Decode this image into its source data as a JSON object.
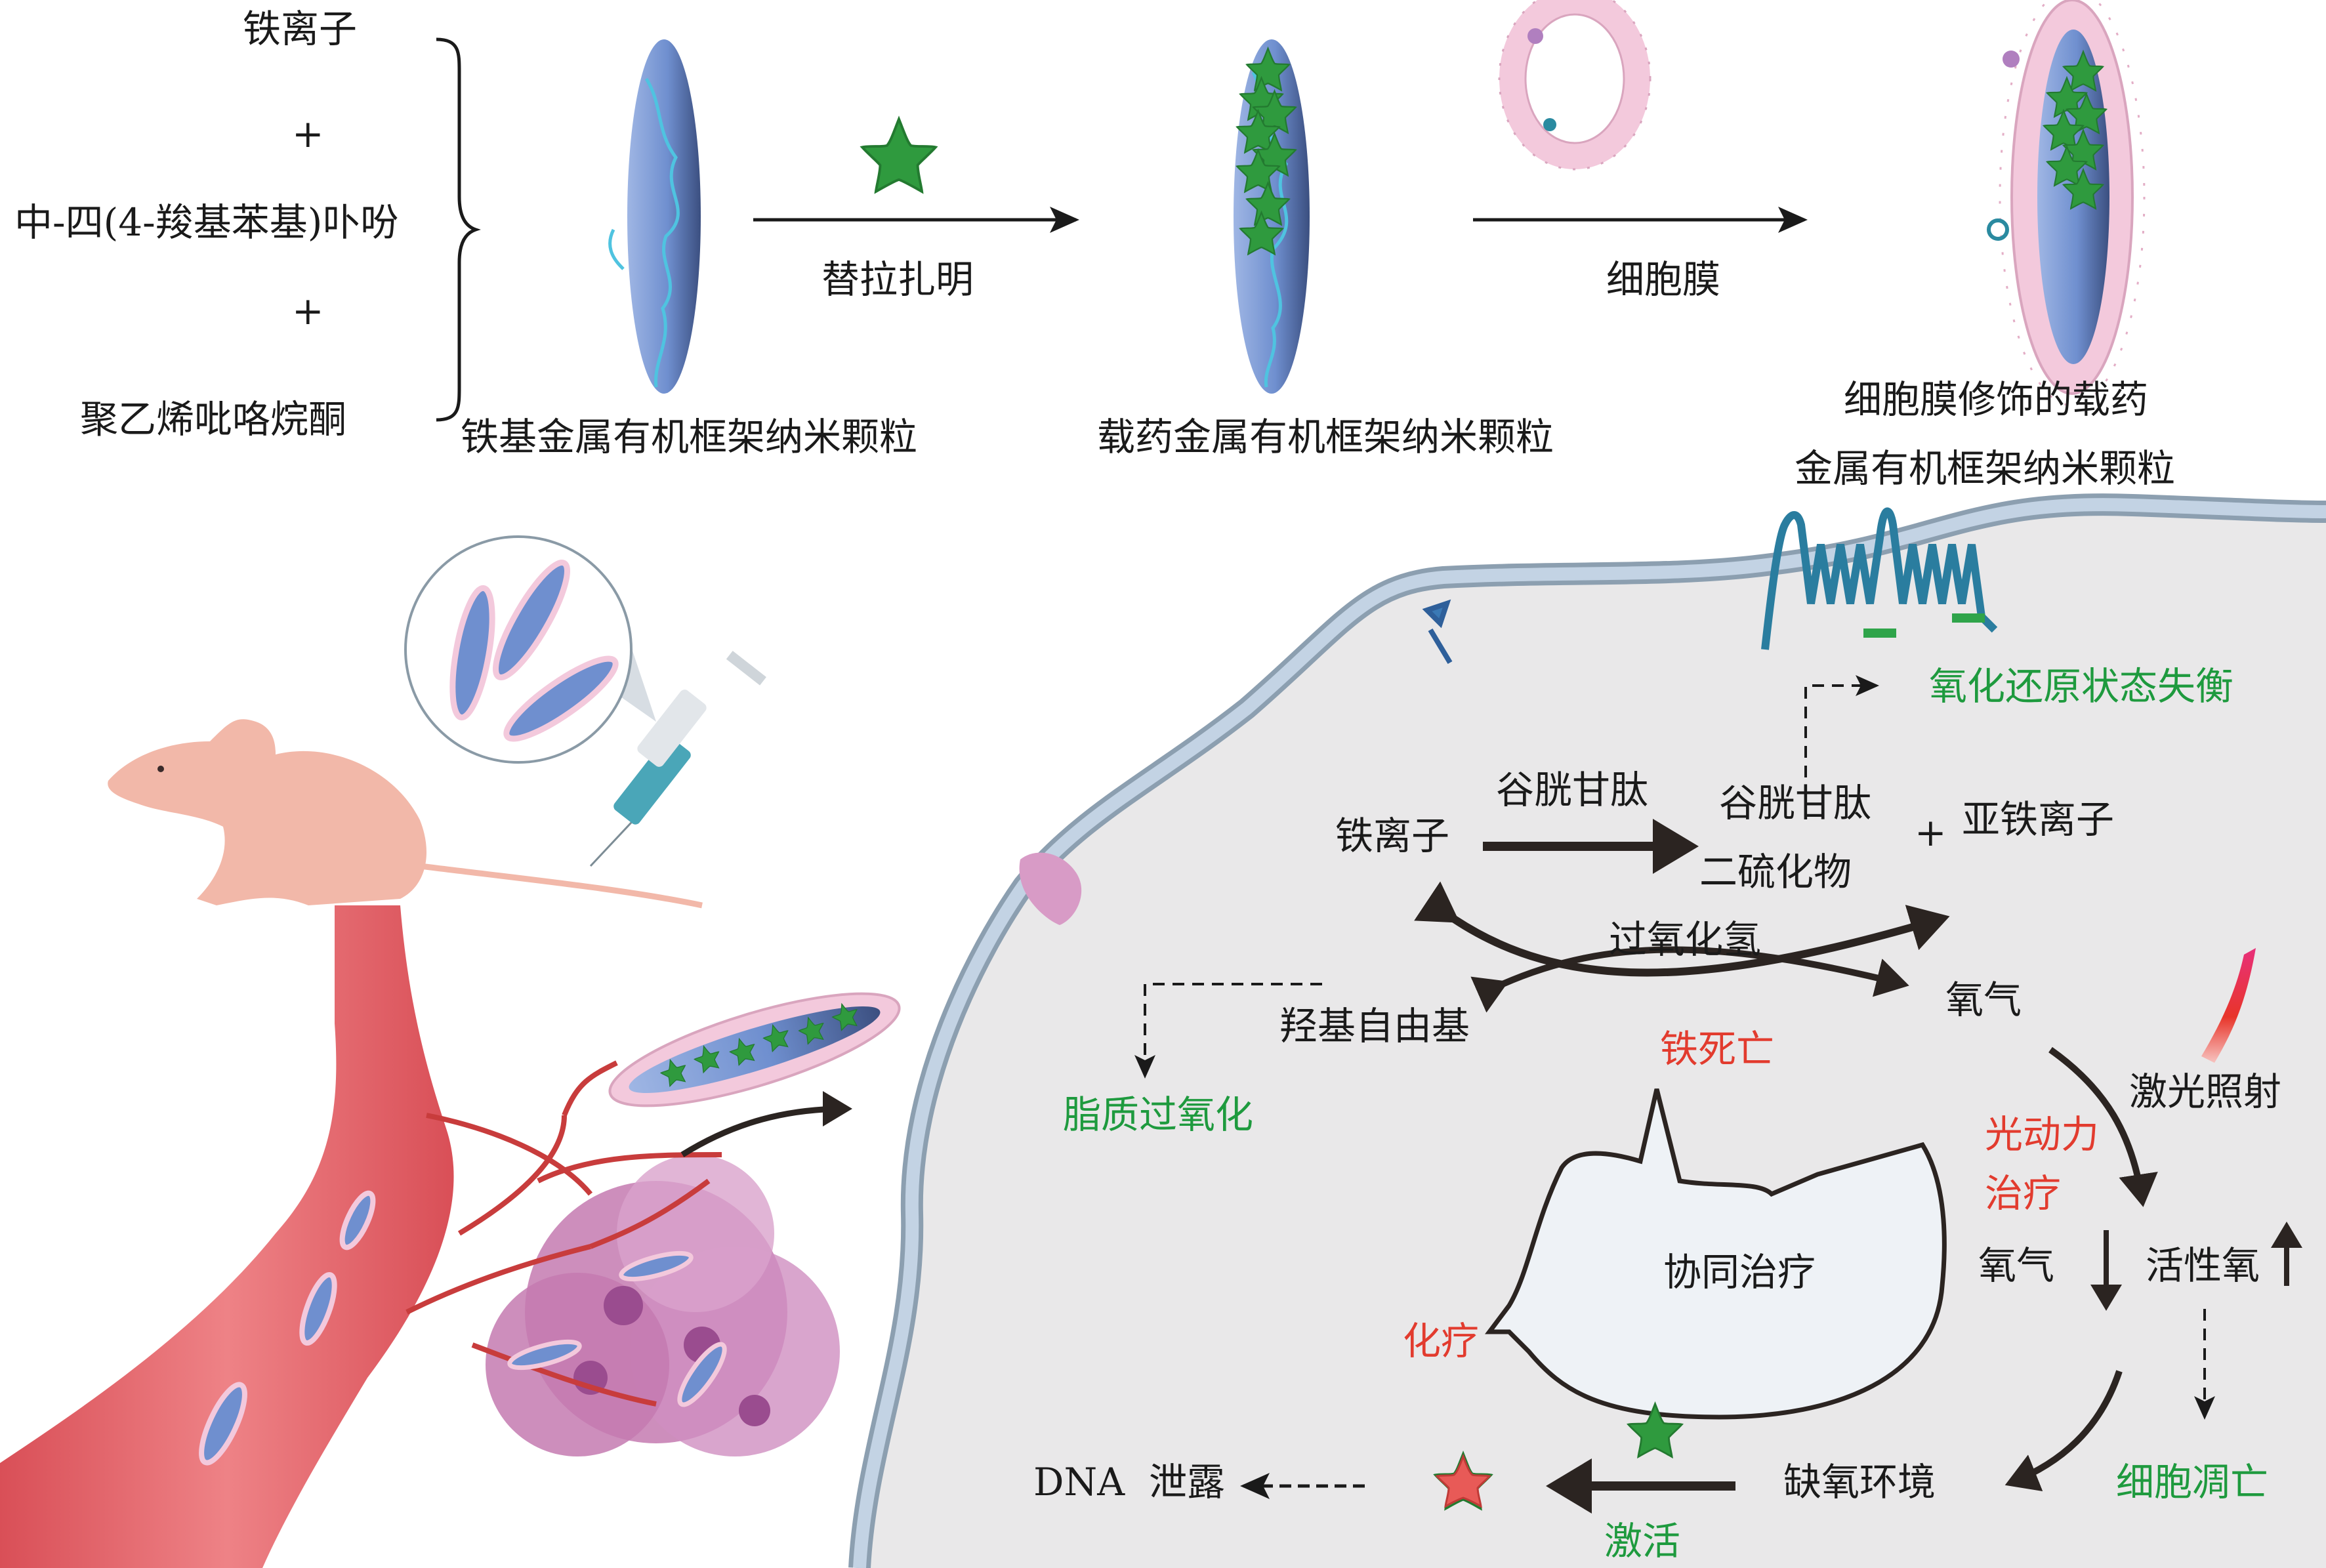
{
  "title": "细胞膜修饰载药金属有机框架纳米颗粒协同治疗示意图",
  "synthesis": {
    "reagents": [
      "铁离子",
      "中-四(4-羧基苯基)卟吩",
      "聚乙烯吡咯烷酮"
    ],
    "plus": "+",
    "step1_reagent": "替拉扎明",
    "step2_reagent": "细胞膜",
    "products": {
      "mof": "铁基金属有机框架纳米颗粒",
      "loaded": "载药金属有机框架纳米颗粒",
      "coated_line1": "细胞膜修饰的载药",
      "coated_line2": "金属有机框架纳米颗粒"
    }
  },
  "cell": {
    "iron_ion": "铁离子",
    "gsh_arrow": "谷胱甘肽",
    "gssg_line1": "谷胱甘肽",
    "gssg_line2": "二硫化物",
    "plus": "+",
    "ferrous_ion": "亚铁离子",
    "redox_imbalance": "氧化还原状态失衡",
    "h2o2": "过氧化氢",
    "hydroxyl_radical": "羟基自由基",
    "oxygen_1": "氧气",
    "lipid_peroxidation": "脂质过氧化",
    "ferroptosis": "铁死亡",
    "laser": "激光照射",
    "pdt_line1": "光动力",
    "pdt_line2": "治疗",
    "synergy": "协同治疗",
    "chemo": "化疗",
    "oxygen_2": "氧气",
    "ros": "活性氧",
    "apoptosis": "细胞凋亡",
    "hypoxia": "缺氧环境",
    "activate": "激活",
    "dna_leak": "DNA  泄露"
  },
  "colors": {
    "green_text": "#1e9a3e",
    "red_text": "#e23b2e",
    "mof_blue": "#6f8fcf",
    "drug_green": "#2f9a3e",
    "membrane_pink": "#f3c9dc",
    "cell_bg": "#e9e8e9",
    "cell_membrane": "#a9bccf",
    "vessel_red": "#e4666b"
  }
}
